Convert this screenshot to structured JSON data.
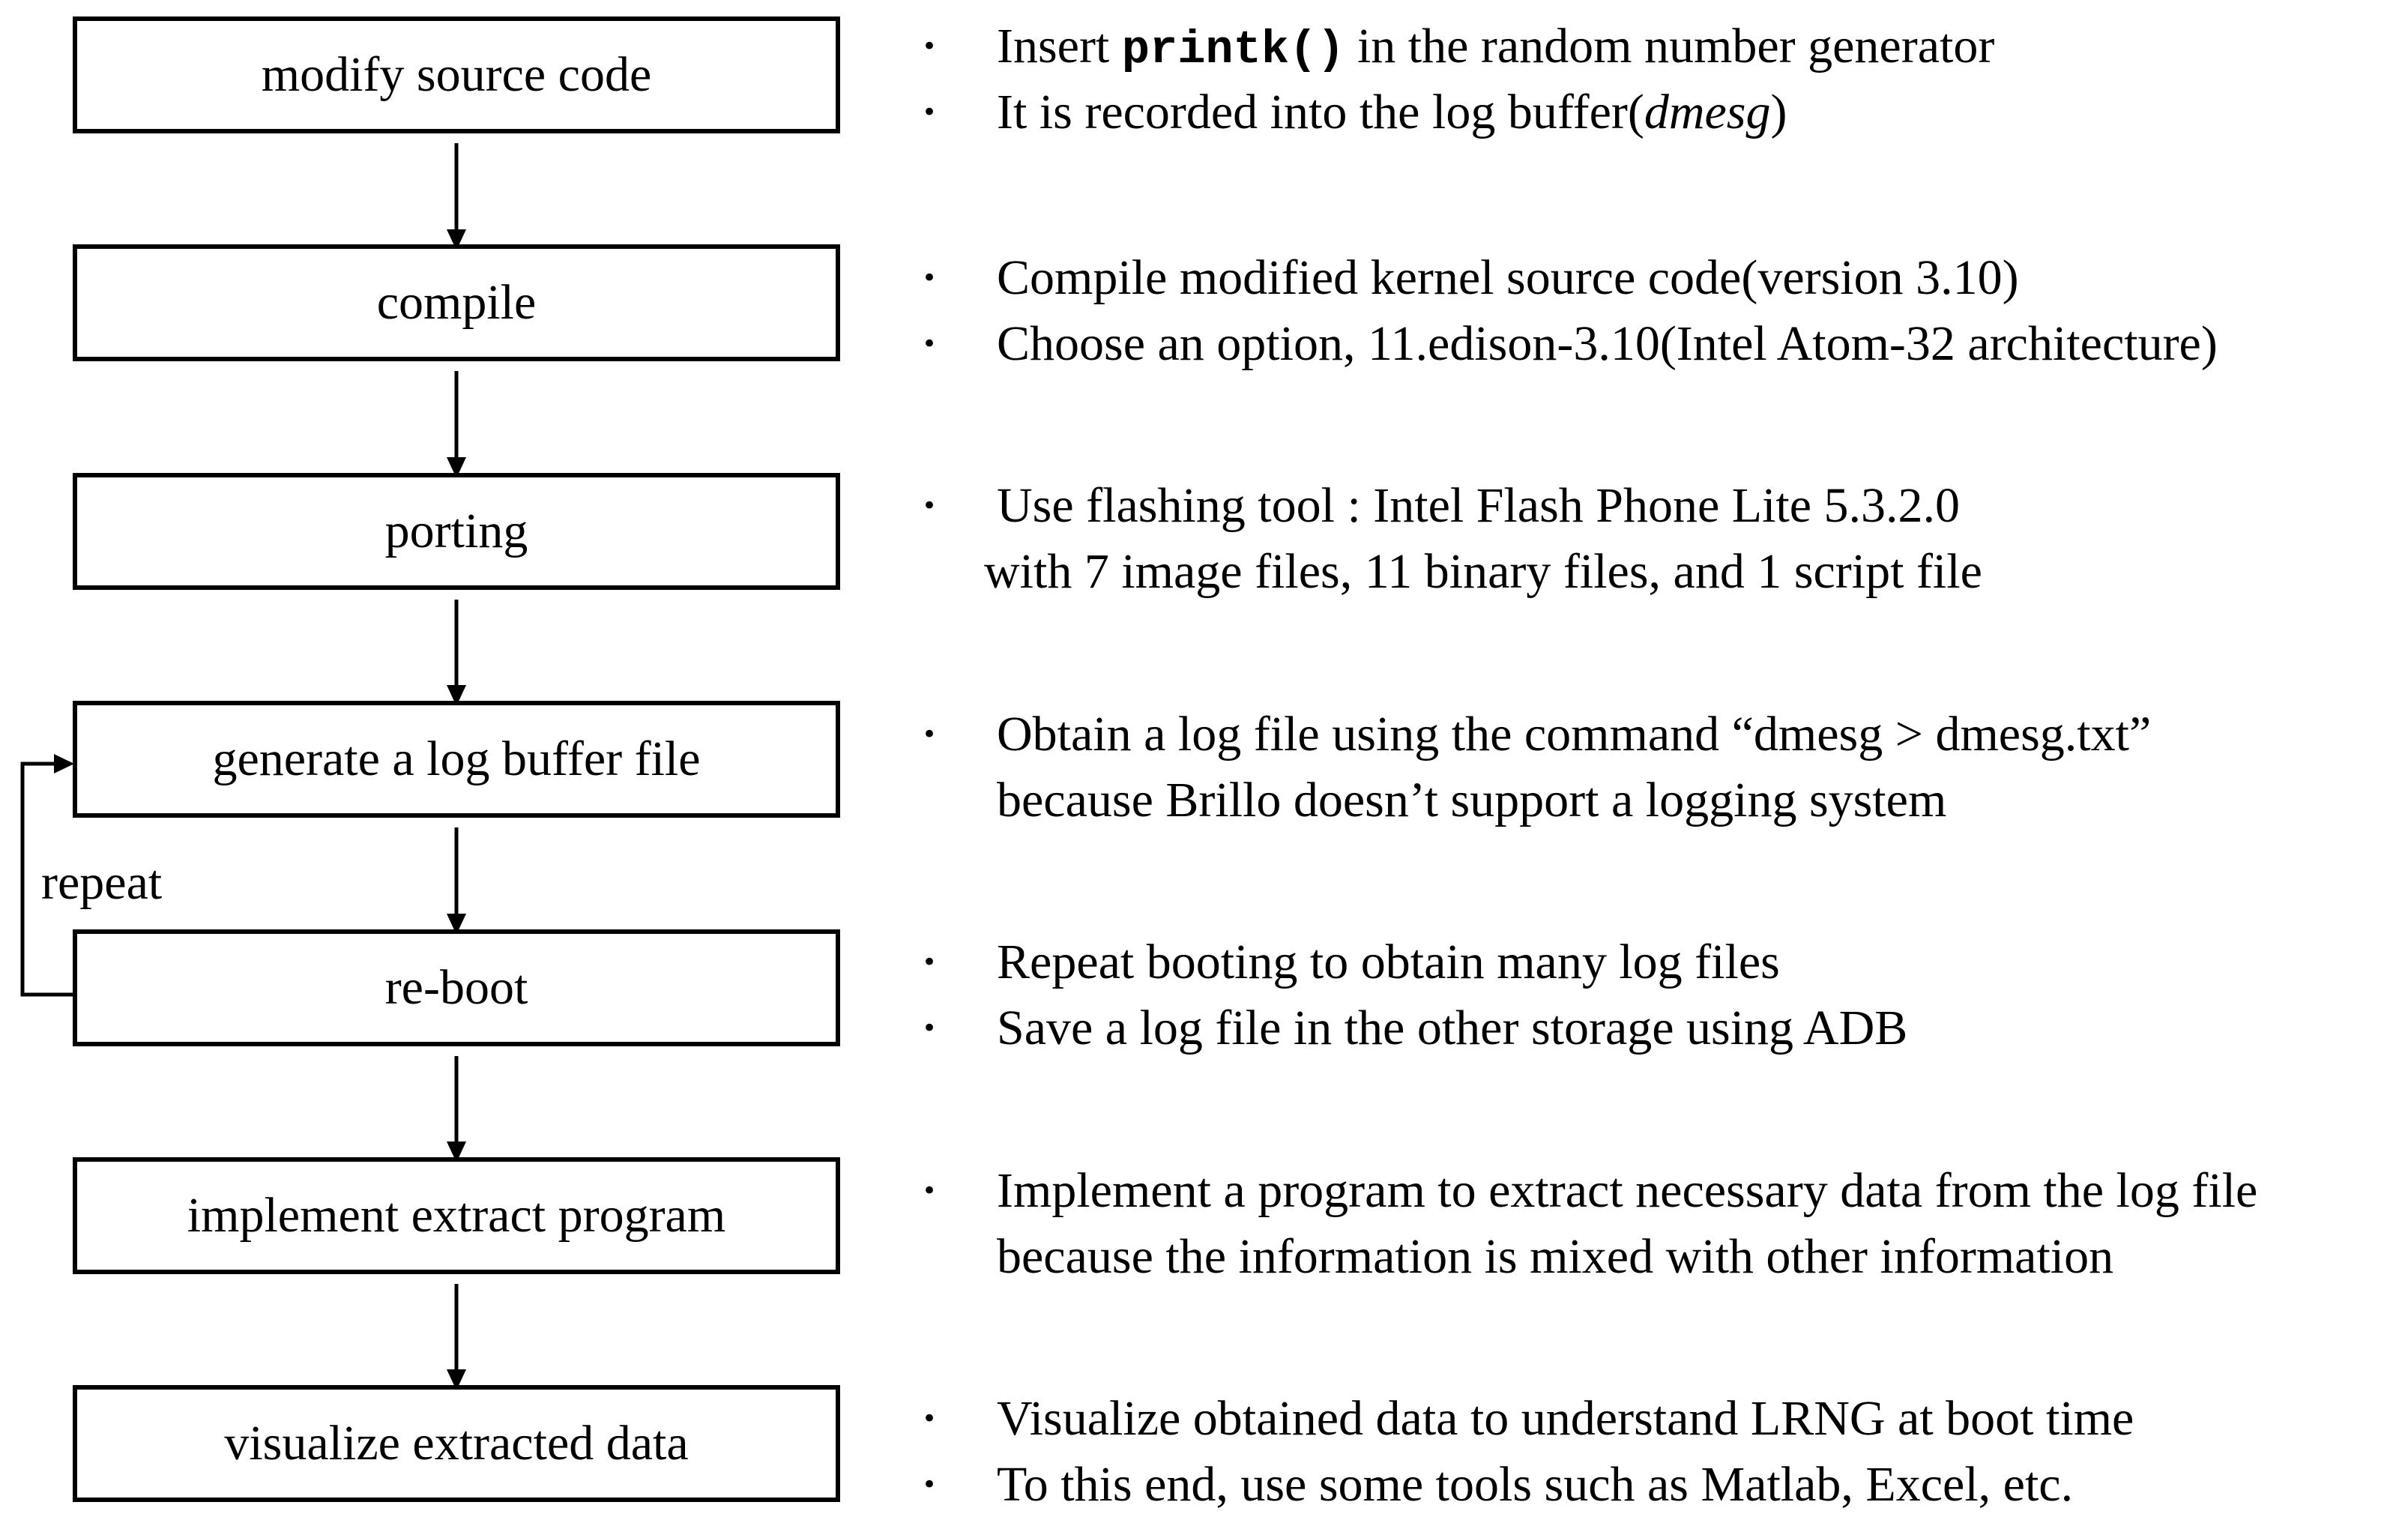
{
  "steps": [
    {
      "label": "modify source code"
    },
    {
      "label": "compile"
    },
    {
      "label": "porting"
    },
    {
      "label": "generate a log buffer file"
    },
    {
      "label": "re-boot"
    },
    {
      "label": "implement extract program"
    },
    {
      "label": "visualize extracted data"
    }
  ],
  "loop": {
    "label": "repeat"
  },
  "bullet_glyph": "•",
  "notes": {
    "modify": {
      "b1_pre": "Insert ",
      "b1_code": "printk()",
      "b1_post": " in the random number generator",
      "b2_pre": "It is recorded into the log buffer(",
      "b2_italic": "dmesg",
      "b2_post": ")"
    },
    "compile": {
      "b1": "Compile modified kernel source code(version 3.10)",
      "b2": "Choose an option, 11.edison-3.10(Intel Atom-32 architecture)"
    },
    "porting": {
      "b1": "Use flashing tool : Intel Flash Phone Lite 5.3.2.0",
      "b1_cont": "with 7 image files, 11 binary files, and 1 script file"
    },
    "generate": {
      "b1": "Obtain a log file using the command “dmesg > dmesg.txt”",
      "b1_cont": "because Brillo doesn’t support a logging system"
    },
    "reboot": {
      "b1": "Repeat booting to obtain many log files",
      "b2": "Save a log file in the other storage using ADB"
    },
    "implement": {
      "b1": "Implement a program to extract necessary data from the log file",
      "b1_cont": "because the information is mixed with other information"
    },
    "visualize": {
      "b1": "Visualize obtained data to understand LRNG at boot time",
      "b2": "To this end, use some tools such as Matlab,  Excel, etc."
    }
  }
}
